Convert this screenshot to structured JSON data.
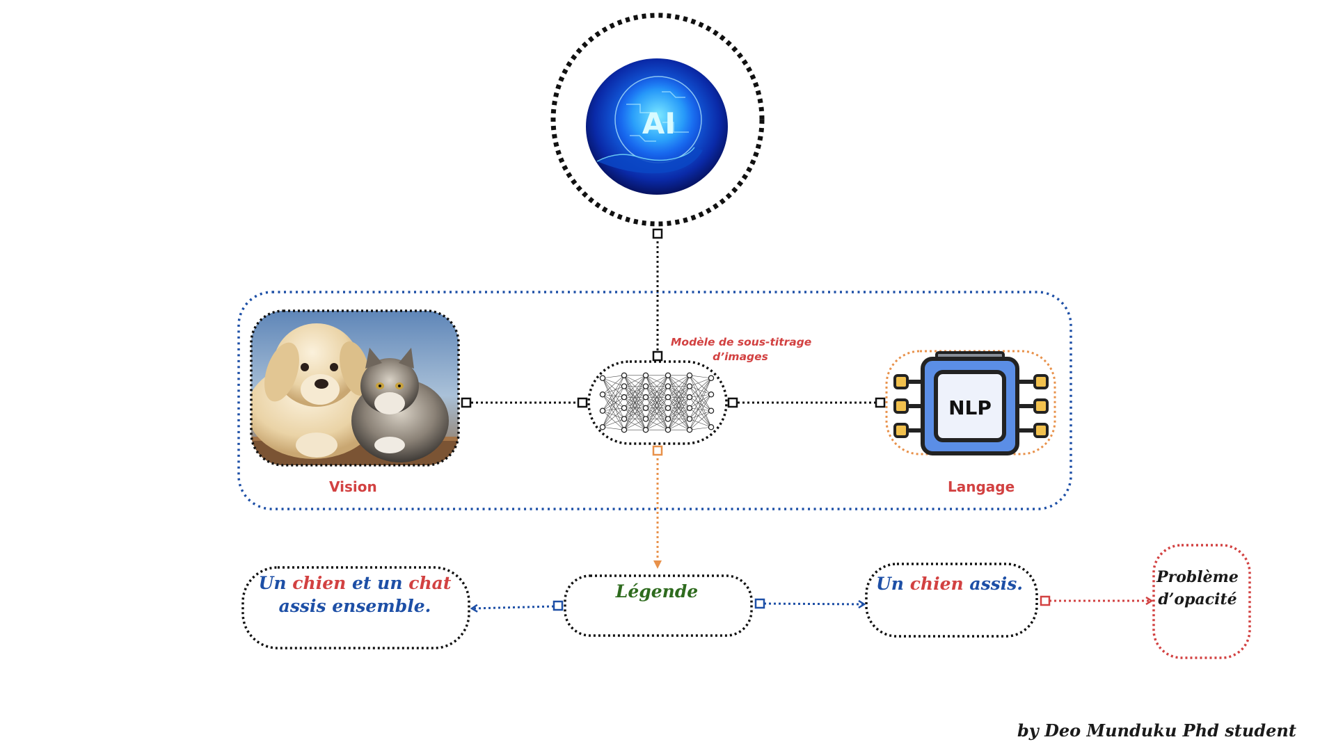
{
  "ai_node": {
    "icon": "ai-globe-icon",
    "text": "AI"
  },
  "model": {
    "label_line1": "Modèle de sous-titrage",
    "label_line2": "d’images",
    "icon": "neural-network-icon"
  },
  "vision": {
    "label": "Vision",
    "image": "dog-and-cat-photo"
  },
  "langage": {
    "label": "Langage",
    "chip_text": "NLP",
    "icon": "nlp-chip-icon"
  },
  "legende": {
    "label": "Légende"
  },
  "caption_left": {
    "w1": "Un",
    "w2": "chien",
    "w3": "et un",
    "w4": "chat",
    "line2": "assis ensemble."
  },
  "caption_right": {
    "w1": "Un",
    "w2": "chien",
    "w3": "assis."
  },
  "problem": {
    "line1": "Problème",
    "line2": "d’opacité"
  },
  "credit": "by Deo Munduku  Phd student",
  "colors": {
    "blue": "#1d4fa6",
    "red": "#d24141",
    "orange": "#e8914a",
    "green": "#2e6b1e",
    "black": "#111111"
  }
}
